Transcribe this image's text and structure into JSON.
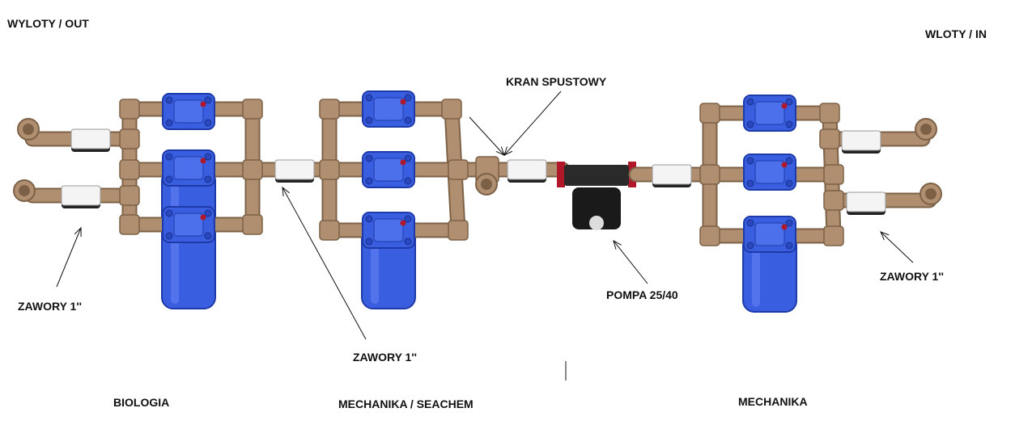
{
  "labels": {
    "outlets": "WYLOTY / OUT",
    "inlets": "WLOTY / IN",
    "drain_valve": "KRAN SPUSTOWY",
    "valves_left": "ZAWORY 1''",
    "valves_middle": "ZAWORY 1''",
    "valves_right": "ZAWORY 1''",
    "pump": "POMPA 25/40",
    "section_left": "BIOLOGIA",
    "section_middle": "MECHANIKA / SEACHEM",
    "section_right": "MECHANIKA"
  },
  "colors": {
    "pipe": "#b08f70",
    "pipe_dark": "#7d6147",
    "housing": "#3a5ee0",
    "housing_dark": "#1e3aa8",
    "valve": "#f4f4f4",
    "pump": "#1a1a1a",
    "pump_flange": "#b0182a"
  }
}
